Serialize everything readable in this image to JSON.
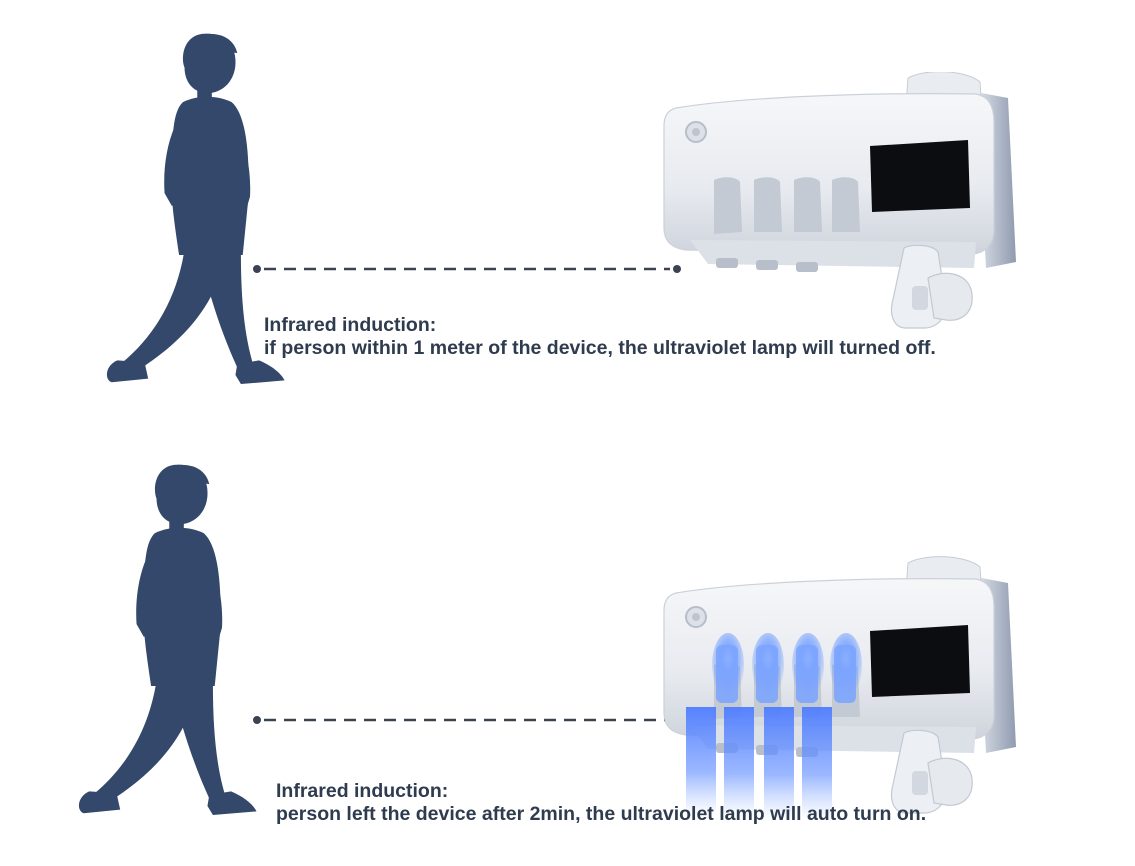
{
  "colors": {
    "silhouette": "#33486a",
    "text": "#2f3b4e",
    "dash": "#3b4252",
    "device_body": "#eef0f4",
    "device_shadow": "#c9ced8",
    "solar_panel": "#0c0d10",
    "uv_light": "#5a8cff"
  },
  "icons": [
    "walking-person-icon",
    "toothbrush-sterilizer-device",
    "uv-light-glow"
  ],
  "scenes": [
    {
      "caption_title": "Infrared induction:",
      "caption_body": "if person within 1 meter of the device,  the ultraviolet lamp will turned off.",
      "uv_state": "off"
    },
    {
      "caption_title": "Infrared induction:",
      "caption_body": "person left the device after 2min, the ultraviolet lamp will auto turn on.",
      "uv_state": "on"
    }
  ]
}
